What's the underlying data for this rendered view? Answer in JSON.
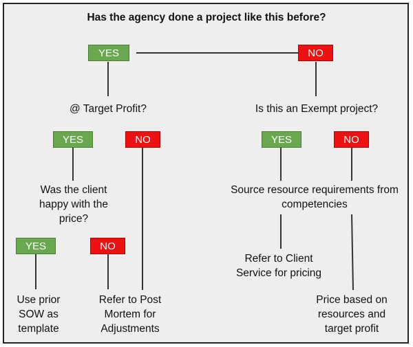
{
  "title": "Has the agency done a project like this before?",
  "colors": {
    "yes": "#6aa84f",
    "no": "#ee1111",
    "background": "#eeeeee",
    "line": "#333333"
  },
  "nodes": {
    "root_yes": "YES",
    "root_no": "NO",
    "target_profit_q": "@ Target Profit?",
    "exempt_q": "Is this an Exempt project?",
    "tp_yes": "YES",
    "tp_no": "NO",
    "ex_yes": "YES",
    "ex_no": "NO",
    "client_happy_q": "Was the client happy with the price?",
    "source_resources": "Source resource requirements from competencies",
    "ch_yes": "YES",
    "ch_no": "NO",
    "refer_client_service": "Refer to Client Service for pricing",
    "use_prior_sow": "Use prior SOW as template",
    "refer_post_mortem": "Refer to Post Mortem for Adjustments",
    "price_based": "Price based on resources and target profit"
  }
}
